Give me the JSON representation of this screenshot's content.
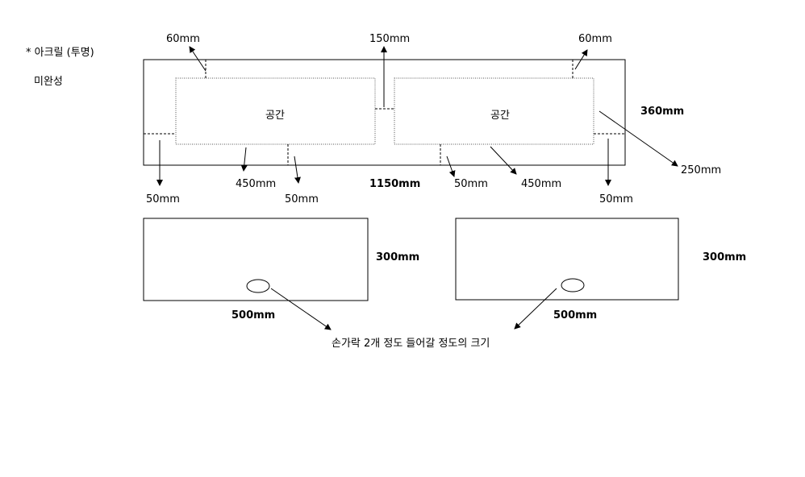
{
  "notes": {
    "material": "*  아크릴 (투명)",
    "status": "미완성"
  },
  "top_panel": {
    "compartments": [
      "공간",
      "공간"
    ],
    "labels": {
      "left_gap": "60mm",
      "center_gap": "150mm",
      "right_gap": "60mm",
      "height": "360mm",
      "depth_right": "250mm",
      "bottom_left_margin": "50mm",
      "left_compartment_width": "450mm",
      "left_inner_margin": "50mm",
      "total_width": "1150mm",
      "right_inner_margin": "50mm",
      "right_compartment_width": "450mm",
      "bottom_right_margin": "50mm"
    }
  },
  "bottom_panels": [
    {
      "width": "500mm",
      "height": "300mm"
    },
    {
      "width": "500mm",
      "height": "300mm"
    }
  ],
  "hole_note": "손가락 2개 정도 들어갈 정도의 크기"
}
